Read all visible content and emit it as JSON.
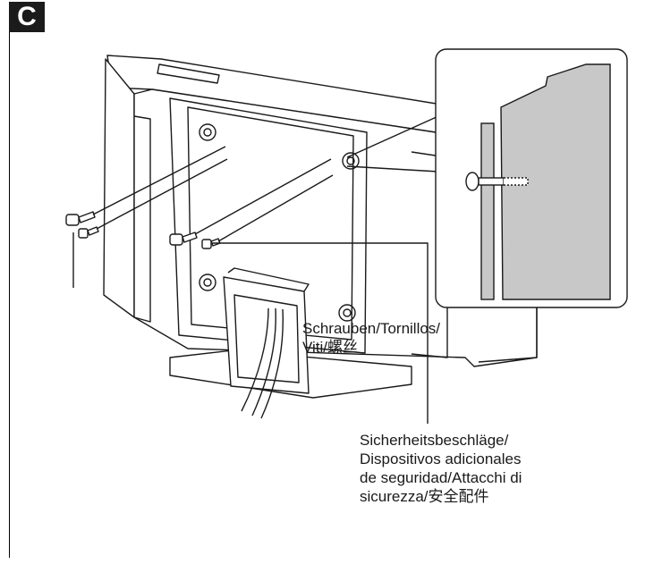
{
  "figure": {
    "section_letter": "C",
    "callouts": {
      "screws": {
        "lines": [
          "Schrauben/Tornillos/",
          "Viti/螺丝"
        ]
      },
      "security": {
        "lines": [
          "Sicherheitsbeschläge/",
          "Dispositivos adicionales",
          "de seguridad/Attacchi di",
          "sicurezza/安全配件"
        ]
      }
    },
    "colors": {
      "line": "#1a1a1a",
      "panel_fill": "#c8c8c8",
      "inset_fill": "#ffffff"
    }
  }
}
